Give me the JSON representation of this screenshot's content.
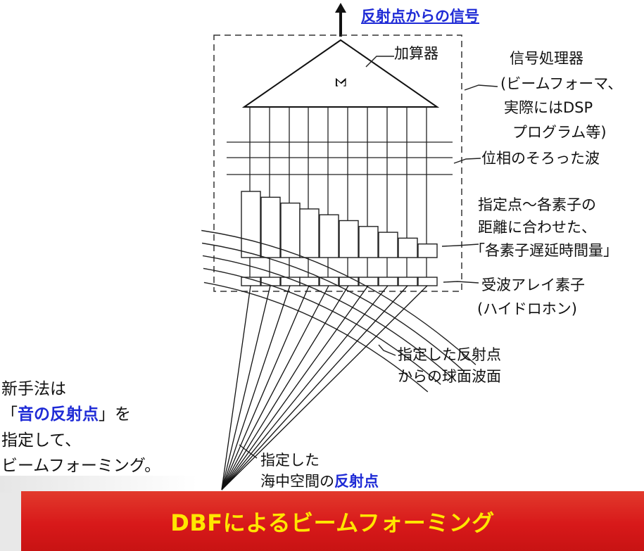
{
  "labels": {
    "output_signal": "反射点からの信号",
    "adder": "加算器",
    "processor": [
      "信号処理器",
      "(ビームフォーマ、",
      "実際にはDSP",
      "プログラム等)"
    ],
    "phase_aligned": "位相のそろった波",
    "delay": [
      "指定点～各素子の",
      "距離に合わせた、",
      "「各素子遅延時間量」"
    ],
    "array": [
      "受波アレイ素子",
      "(ハイドロホン)"
    ],
    "wavefront": [
      "指定した反射点",
      "からの球面波面"
    ],
    "target_line1": "指定した",
    "target_prefix": "海中空間の",
    "target_highlight": "反射点",
    "sum_symbol": "Σ"
  },
  "method": {
    "line1": "新手法は",
    "open_bracket": "「",
    "highlight": "音の反射点",
    "close_suffix": "」を",
    "line3": "指定して、",
    "line4": "ビームフォーミング。"
  },
  "banner": {
    "title": "DBFによるビームフォーミング"
  },
  "colors": {
    "highlight": "#1f2bd6",
    "banner_bg": "#d8191a",
    "banner_text": "#ffe600"
  }
}
